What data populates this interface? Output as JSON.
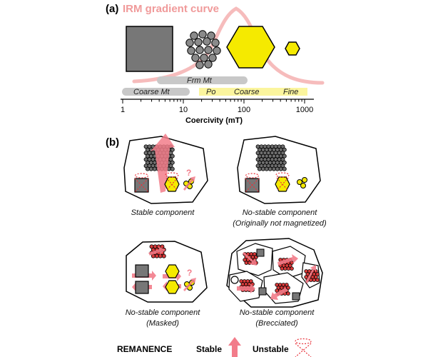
{
  "panel_a": {
    "label": "(a)",
    "title": "IRM gradient curve",
    "bands": {
      "frm_mt": "Frm Mt",
      "coarse_mt": "Coarse Mt",
      "po": "Po",
      "coarse": "Coarse",
      "fine": "Fine"
    },
    "ticks": [
      "1",
      "10",
      "100",
      "1000"
    ],
    "xlabel": "Coercivity (mT)",
    "colors": {
      "curve": "#f6c0c0",
      "magnetite": "#777777",
      "pyrrhotite": "#f5ea00",
      "band_grey": "#c8c8c8",
      "band_yellow": "#fbf59e"
    }
  },
  "panel_b": {
    "label": "(b)",
    "captions": {
      "stable": [
        "Stable component"
      ],
      "originally_not_magnetized": [
        "No-stable component",
        "(Originally not magnetized)"
      ],
      "masked": [
        "No-stable component",
        "(Masked)"
      ],
      "brecciated": [
        "No-stable component",
        "(Brecciated)"
      ]
    },
    "question_mark": "?",
    "colors": {
      "remanence_arrow": "#f27c8a",
      "grain_red": "#e8323a"
    }
  },
  "legend": {
    "heading": "REMANENCE",
    "stable": "Stable",
    "unstable": "Unstable"
  }
}
